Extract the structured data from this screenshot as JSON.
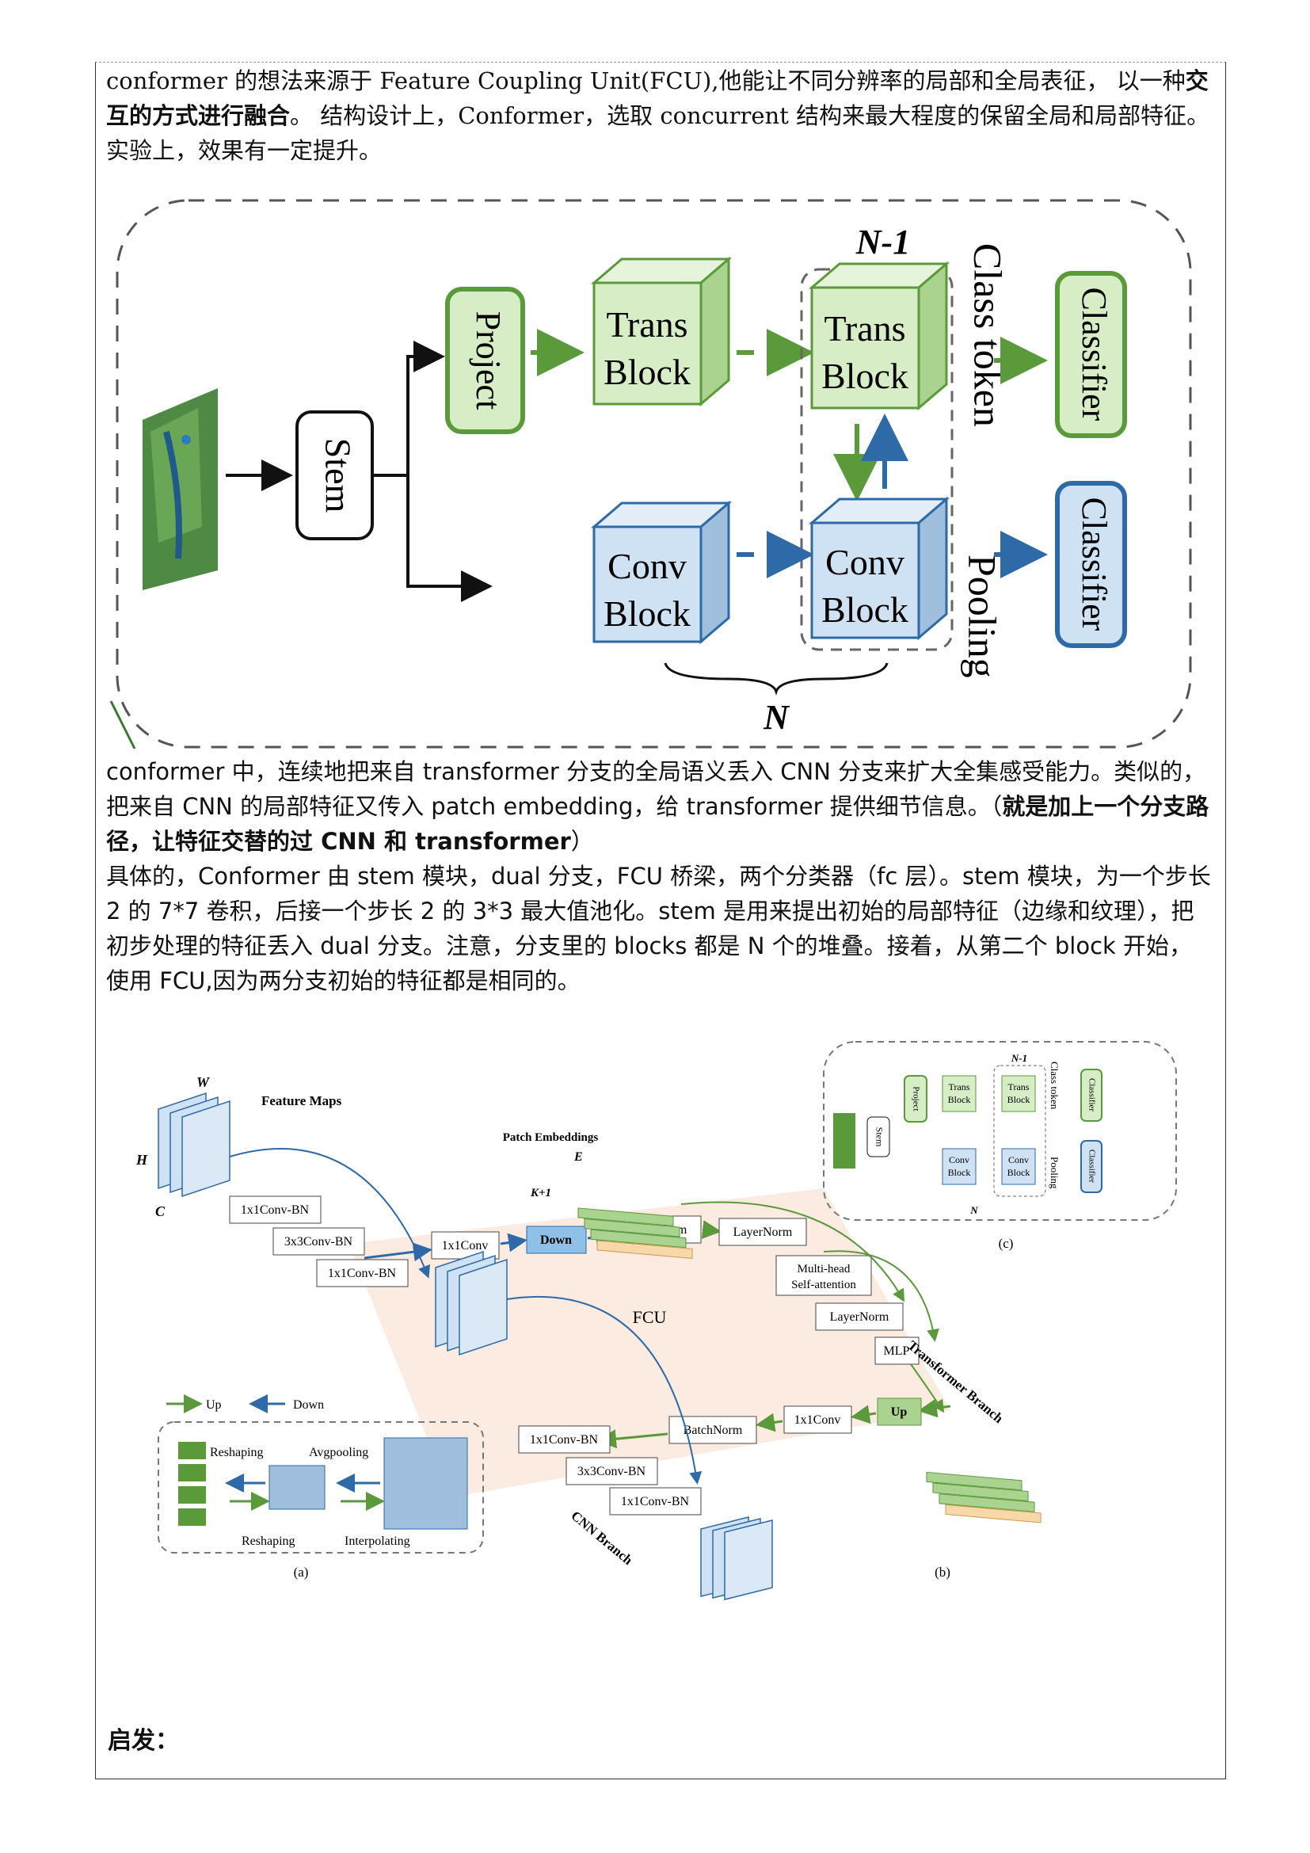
{
  "para1": {
    "a": "conformer 的想法来源于 Feature Coupling Unit(FCU),他能让不同分辨率的局部和全局表征， 以一种",
    "bold": "交互的方式进行融合",
    "b": "。 结构设计上，Conformer，选取 concurrent 结构来最大程度的保留全局和局部特征。实验上，效果有一定提升。"
  },
  "para2": {
    "a": "conformer 中，连续地把来自 transformer 分支的全局语义丢入 CNN 分支来扩大全集感受能力。类似的，把来自 CNN 的局部特征又传入 patch embedding，给 transformer 提供细节信息。（",
    "bold": "就是加上一个分支路径，让特征交替的过 CNN 和 transformer",
    "b": "）"
  },
  "para3": "具体的，Conformer 由 stem 模块，dual 分支，FCU 桥梁，两个分类器（fc 层）。stem 模块，为一个步长 2 的 7*7 卷积，后接一个步长 2 的 3*3 最大值池化。stem 是用来提出初始的局部特征（边缘和纹理），把初步处理的特征丢入 dual 分支。注意，分支里的 blocks 都是 N 个的堆叠。接着，从第二个 block 开始，使用 FCU,因为两分支初始的特征都是相同的。",
  "footer_label": "启发：",
  "fig1": {
    "stem": "Stem",
    "project": "Project",
    "trans1": "Trans",
    "trans2": "Block",
    "conv1": "Conv",
    "conv2": "Block",
    "n_minus_1": "N-1",
    "n": "N",
    "class_token": "Class token",
    "pooling": "Pooling",
    "classifier": "Classifier"
  },
  "fig2": {
    "feature_maps": "Feature Maps",
    "w": "W",
    "h": "H",
    "c": "C",
    "conv_1x1_bn": "1x1Conv-BN",
    "conv_3x3_bn": "3x3Conv-BN",
    "conv_1x1": "1x1Conv",
    "down": "Down",
    "layernorm": "LayerNorm",
    "patch_embeddings": "Patch Embeddings",
    "e": "E",
    "k1": "K+1",
    "mhsa1": "Multi-head",
    "mhsa2": "Self-attention",
    "mlp": "MLP",
    "up": "Up",
    "fcu": "FCU",
    "batchnorm": "BatchNorm",
    "transformer_branch": "Transformer Branch",
    "cnn_branch": "CNN Branch",
    "legend_up": "Up",
    "legend_down": "Down",
    "reshaping": "Reshaping",
    "avgpooling": "Avgpooling",
    "interpolating": "Interpolating",
    "cap_a": "(a)",
    "cap_b": "(b)",
    "cap_c": "(c)",
    "colors": {
      "green": "#5a9a3a",
      "blue": "#2e6aa8",
      "green_fill": "#d6edc6",
      "blue_fill": "#cfe2f3",
      "fcu_fill": "#fbe3d3"
    }
  }
}
